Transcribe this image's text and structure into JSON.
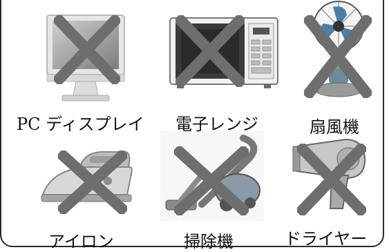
{
  "colors": {
    "cross": "#6e6e6e",
    "border": "#2a2a2a"
  },
  "appliances": [
    {
      "label": "PC ディスプレイ",
      "icon": "pc-monitor-icon"
    },
    {
      "label": "電子レンジ",
      "icon": "microwave-icon"
    },
    {
      "label": "扇風機",
      "icon": "electric-fan-icon"
    },
    {
      "label": "アイロン",
      "icon": "iron-icon"
    },
    {
      "label": "掃除機",
      "icon": "vacuum-cleaner-icon"
    },
    {
      "label": "ドライヤー",
      "icon": "hair-dryer-icon"
    }
  ]
}
